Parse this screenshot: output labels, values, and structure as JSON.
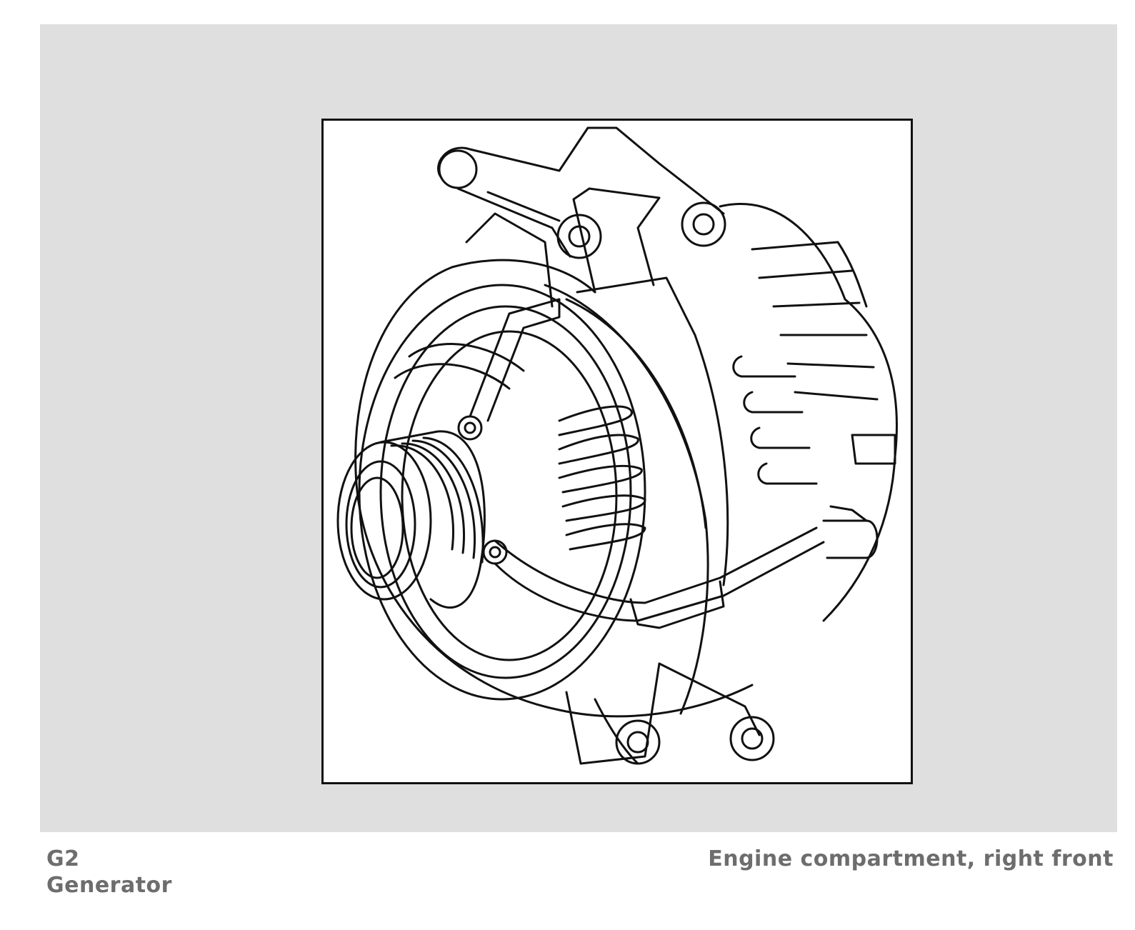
{
  "component": {
    "code": "G2",
    "name": "Generator",
    "location": "Engine compartment, right front"
  },
  "illustration": {
    "subject": "generator-line-drawing",
    "frame_color": "#111111",
    "panel_color": "#dfdfdf"
  },
  "colors": {
    "label_text": "#6d6d6d"
  }
}
